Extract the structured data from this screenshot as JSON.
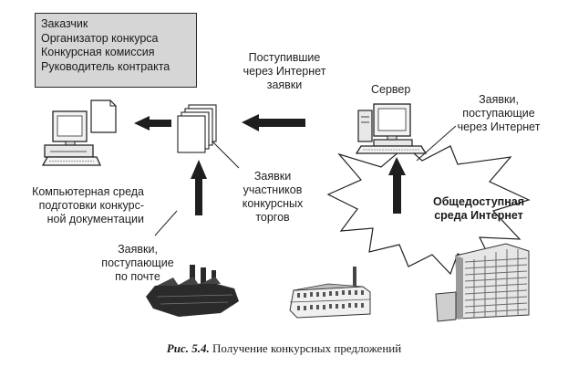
{
  "roles_box": {
    "lines": [
      "Заказчик",
      "Организатор конкурса",
      "Конкурсная комиссия",
      "Руководитель контракта"
    ]
  },
  "labels": {
    "internet_received": [
      "Поступившие",
      "через Интернет",
      "заявки"
    ],
    "server": "Сервер",
    "internet_incoming": [
      "Заявки,",
      "поступающие",
      "через Интернет"
    ],
    "computer_env": [
      "Компьютерная среда",
      "подготовки конкурс-",
      "ной документации"
    ],
    "participant_bids": [
      "Заявки",
      "участников",
      "конкурсных",
      "торгов"
    ],
    "public_internet": [
      "Общедоступная",
      "среда Интернет"
    ],
    "mail_bids": [
      "Заявки,",
      "поступающие",
      "по почте"
    ]
  },
  "caption": {
    "figure": "Рис. 5.4.",
    "text": " Получение конкурсных предложений"
  }
}
